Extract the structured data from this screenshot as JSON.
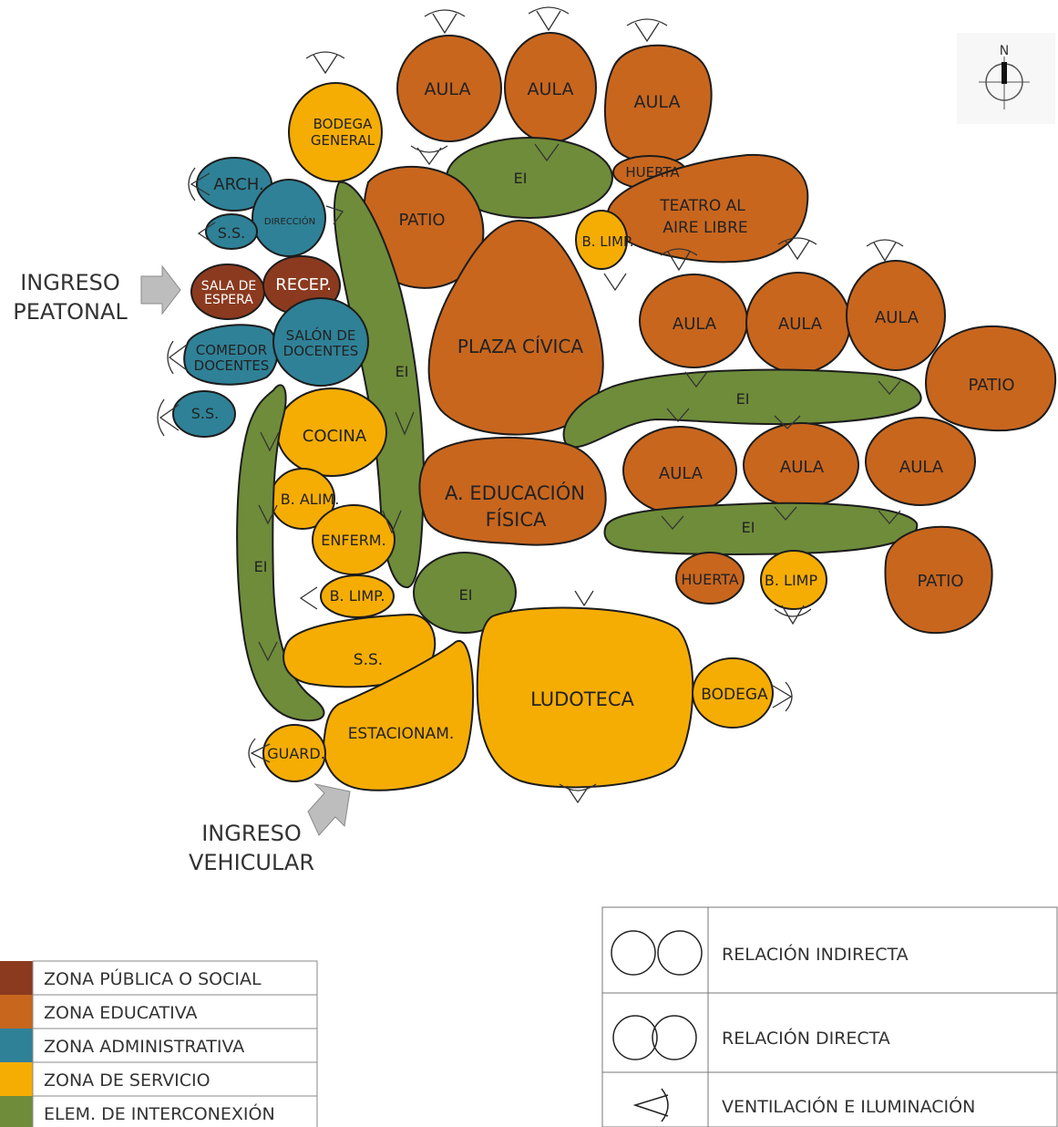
{
  "colors": {
    "publica": "#8b3a1f",
    "educativa": "#c8661e",
    "administrativa": "#2f8197",
    "servicio": "#f5ad04",
    "interconexion": "#6e8c3a",
    "outline": "#1c1c1c",
    "arrow": "#bdbdbd"
  },
  "compass": {
    "label": "N"
  },
  "entries": {
    "peatonal": [
      "INGRESO",
      "PEATONAL"
    ],
    "vehicular": [
      "INGRESO",
      "VEHICULAR"
    ]
  },
  "spaces": [
    {
      "zone": "educativa",
      "lines": [
        "AULA"
      ]
    },
    {
      "zone": "educativa",
      "lines": [
        "AULA"
      ]
    },
    {
      "zone": "educativa",
      "lines": [
        "AULA"
      ]
    },
    {
      "zone": "servicio",
      "lines": [
        "BODEGA",
        "GENERAL"
      ]
    },
    {
      "zone": "interconexion",
      "lines": [
        "EI"
      ]
    },
    {
      "zone": "educativa",
      "lines": [
        "HUERTA"
      ]
    },
    {
      "zone": "educativa",
      "lines": [
        "TEATRO AL",
        "AIRE LIBRE"
      ]
    },
    {
      "zone": "administrativa",
      "lines": [
        "ARCH."
      ]
    },
    {
      "zone": "administrativa",
      "lines": [
        "DIRECCIÓN"
      ]
    },
    {
      "zone": "administrativa",
      "lines": [
        "S.S."
      ]
    },
    {
      "zone": "educativa",
      "lines": [
        "PATIO"
      ]
    },
    {
      "zone": "servicio",
      "lines": [
        "B. LIMP."
      ]
    },
    {
      "zone": "publica",
      "lines": [
        "SALA DE",
        "ESPERA"
      ]
    },
    {
      "zone": "publica",
      "lines": [
        "RECEP."
      ]
    },
    {
      "zone": "interconexion",
      "lines": [
        "EI"
      ]
    },
    {
      "zone": "educativa",
      "lines": [
        "PLAZA CÍVICA"
      ]
    },
    {
      "zone": "educativa",
      "lines": [
        "AULA"
      ]
    },
    {
      "zone": "educativa",
      "lines": [
        "AULA"
      ]
    },
    {
      "zone": "educativa",
      "lines": [
        "AULA"
      ]
    },
    {
      "zone": "administrativa",
      "lines": [
        "COMEDOR",
        "DOCENTES"
      ]
    },
    {
      "zone": "administrativa",
      "lines": [
        "SALÓN DE",
        "DOCENTES"
      ]
    },
    {
      "zone": "educativa",
      "lines": [
        "PATIO"
      ]
    },
    {
      "zone": "interconexion",
      "lines": [
        "EI"
      ]
    },
    {
      "zone": "administrativa",
      "lines": [
        "S.S."
      ]
    },
    {
      "zone": "servicio",
      "lines": [
        "COCINA"
      ]
    },
    {
      "zone": "educativa",
      "lines": [
        "AULA"
      ]
    },
    {
      "zone": "educativa",
      "lines": [
        "AULA"
      ]
    },
    {
      "zone": "educativa",
      "lines": [
        "AULA"
      ]
    },
    {
      "zone": "educativa",
      "lines": [
        "A. EDUCACIÓN",
        "FÍSICA"
      ]
    },
    {
      "zone": "servicio",
      "lines": [
        "B. ALIM."
      ]
    },
    {
      "zone": "interconexion",
      "lines": [
        "EI"
      ]
    },
    {
      "zone": "servicio",
      "lines": [
        "ENFERM."
      ]
    },
    {
      "zone": "interconexion",
      "lines": [
        "EI"
      ]
    },
    {
      "zone": "educativa",
      "lines": [
        "HUERTA"
      ]
    },
    {
      "zone": "servicio",
      "lines": [
        "B. LIMP"
      ]
    },
    {
      "zone": "educativa",
      "lines": [
        "PATIO"
      ]
    },
    {
      "zone": "servicio",
      "lines": [
        "B. LIMP."
      ]
    },
    {
      "zone": "interconexion",
      "lines": [
        "EI"
      ]
    },
    {
      "zone": "servicio",
      "lines": [
        "S.S."
      ]
    },
    {
      "zone": "servicio",
      "lines": [
        "LUDOTECA"
      ]
    },
    {
      "zone": "servicio",
      "lines": [
        "BODEGA"
      ]
    },
    {
      "zone": "servicio",
      "lines": [
        "ESTACIONAM."
      ]
    },
    {
      "zone": "servicio",
      "lines": [
        "GUARD."
      ]
    }
  ],
  "zone_legend": [
    {
      "zone": "publica",
      "label": "ZONA PÚBLICA O SOCIAL"
    },
    {
      "zone": "educativa",
      "label": "ZONA EDUCATIVA"
    },
    {
      "zone": "administrativa",
      "label": "ZONA ADMINISTRATIVA"
    },
    {
      "zone": "servicio",
      "label": "ZONA DE SERVICIO"
    },
    {
      "zone": "interconexion",
      "label": "ELEM. DE INTERCONEXIÓN"
    }
  ],
  "symbol_legend": [
    {
      "symbol": "relacion-indirecta-icon",
      "label": "RELACIÓN INDIRECTA"
    },
    {
      "symbol": "relacion-directa-icon",
      "label": "RELACIÓN DIRECTA"
    },
    {
      "symbol": "ventilacion-iluminacion-icon",
      "label": "VENTILACIÓN E ILUMINACIÓN"
    }
  ]
}
